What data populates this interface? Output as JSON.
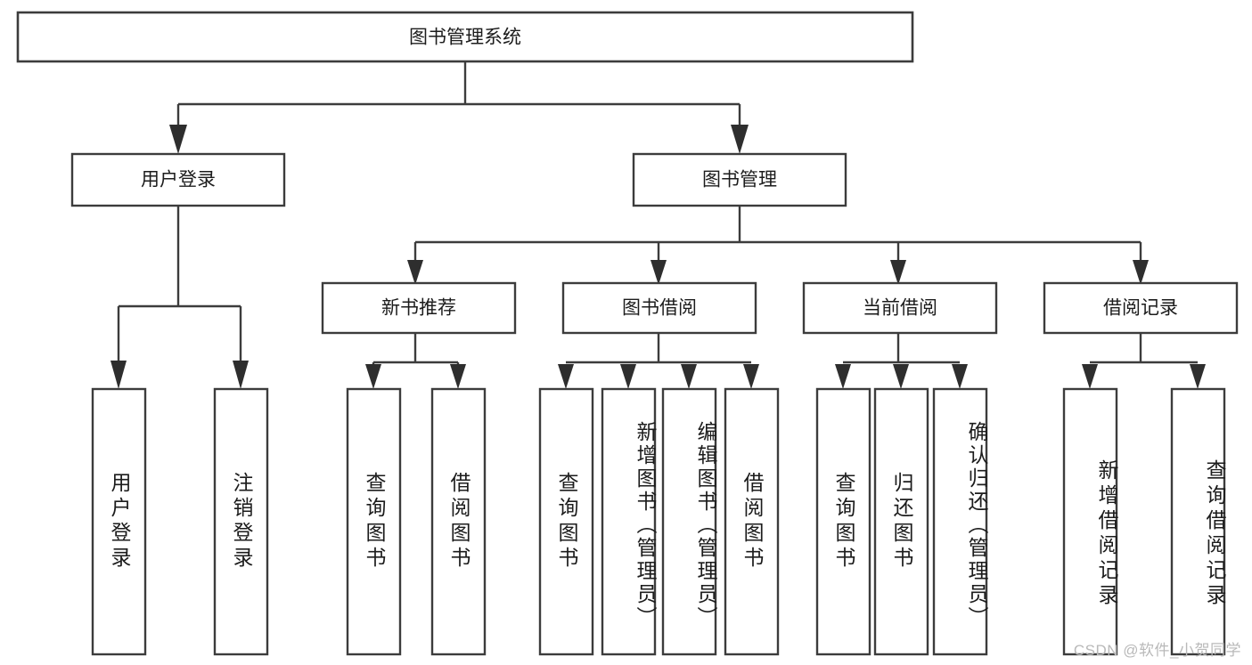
{
  "diagram": {
    "type": "tree-hierarchy",
    "title": "图书管理系统",
    "background_color": "#ffffff",
    "box_stroke_color": "#3c3c3c",
    "box_fill_color": "#ffffff",
    "text_color": "#1c1c1c",
    "connector_style": "orthogonal-arrow",
    "nodes": {
      "root": {
        "label": "图书管理系统",
        "level": 1,
        "orientation": "horizontal"
      },
      "user_login": {
        "label": "用户登录",
        "level": 2,
        "orientation": "horizontal"
      },
      "book_manage": {
        "label": "图书管理",
        "level": 2,
        "orientation": "horizontal"
      },
      "new_book_rec": {
        "label": "新书推荐",
        "level": 3,
        "orientation": "horizontal"
      },
      "book_borrow": {
        "label": "图书借阅",
        "level": 3,
        "orientation": "horizontal"
      },
      "current_borrow": {
        "label": "当前借阅",
        "level": 3,
        "orientation": "horizontal"
      },
      "borrow_record": {
        "label": "借阅记录",
        "level": 3,
        "orientation": "horizontal"
      },
      "leaf_user_login": {
        "label": "用户登录",
        "level": 4,
        "orientation": "vertical"
      },
      "leaf_logout": {
        "label": "注销登录",
        "level": 4,
        "orientation": "vertical"
      },
      "leaf_query_book_1": {
        "label": "查询图书",
        "level": 4,
        "orientation": "vertical"
      },
      "leaf_borrow_book_1": {
        "label": "借阅图书",
        "level": 4,
        "orientation": "vertical"
      },
      "leaf_query_book_2": {
        "label": "查询图书",
        "level": 4,
        "orientation": "vertical"
      },
      "leaf_add_book": {
        "label": "新增图书（管理员）",
        "level": 4,
        "orientation": "vertical"
      },
      "leaf_edit_book": {
        "label": "编辑图书（管理员）",
        "level": 4,
        "orientation": "vertical"
      },
      "leaf_borrow_book_2": {
        "label": "借阅图书",
        "level": 4,
        "orientation": "vertical"
      },
      "leaf_query_book_3": {
        "label": "查询图书",
        "level": 4,
        "orientation": "vertical"
      },
      "leaf_return_book": {
        "label": "归还图书",
        "level": 4,
        "orientation": "vertical"
      },
      "leaf_confirm_return": {
        "label": "确认归还（管理员）",
        "level": 4,
        "orientation": "vertical"
      },
      "leaf_add_record": {
        "label": "新增借阅记录",
        "level": 4,
        "orientation": "vertical"
      },
      "leaf_query_record": {
        "label": "查询借阅记录",
        "level": 4,
        "orientation": "vertical"
      }
    },
    "edges": [
      {
        "from": "root",
        "to": "user_login"
      },
      {
        "from": "root",
        "to": "book_manage"
      },
      {
        "from": "user_login",
        "to": "leaf_user_login"
      },
      {
        "from": "user_login",
        "to": "leaf_logout"
      },
      {
        "from": "book_manage",
        "to": "new_book_rec"
      },
      {
        "from": "book_manage",
        "to": "book_borrow"
      },
      {
        "from": "book_manage",
        "to": "current_borrow"
      },
      {
        "from": "book_manage",
        "to": "borrow_record"
      },
      {
        "from": "new_book_rec",
        "to": "leaf_query_book_1"
      },
      {
        "from": "new_book_rec",
        "to": "leaf_borrow_book_1"
      },
      {
        "from": "book_borrow",
        "to": "leaf_query_book_2"
      },
      {
        "from": "book_borrow",
        "to": "leaf_add_book"
      },
      {
        "from": "book_borrow",
        "to": "leaf_edit_book"
      },
      {
        "from": "book_borrow",
        "to": "leaf_borrow_book_2"
      },
      {
        "from": "current_borrow",
        "to": "leaf_query_book_3"
      },
      {
        "from": "current_borrow",
        "to": "leaf_return_book"
      },
      {
        "from": "current_borrow",
        "to": "leaf_confirm_return"
      },
      {
        "from": "borrow_record",
        "to": "leaf_add_record"
      },
      {
        "from": "borrow_record",
        "to": "leaf_query_record"
      }
    ]
  },
  "watermark": {
    "text": "CSDN @软件_小贺同学",
    "color": "#b9b9b9"
  }
}
